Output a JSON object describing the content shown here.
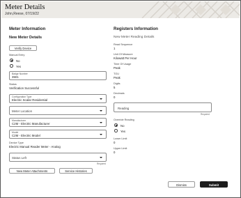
{
  "header": {
    "title": "Meter Details",
    "subtitle": "John,Reese, 07/19/22"
  },
  "left": {
    "section_title": "Meter Information",
    "subsection_title": "New Meter Details",
    "verify_button": "Verify Device",
    "manual_entry": {
      "label": "Manual Entry",
      "options": [
        "No",
        "Yes"
      ],
      "selected": "No"
    },
    "badge_number": {
      "label": "Badge Number",
      "value": "3501"
    },
    "status": {
      "label": "Status",
      "value": "Verification Successful"
    },
    "configuration_type": {
      "label": "Configuration Type",
      "value": "Electric Scalar Residential"
    },
    "meter_location": {
      "placeholder": "Meter Location"
    },
    "manufacturer": {
      "label": "Manufacturer",
      "value": "C2M - Electric Manufacturer"
    },
    "model": {
      "label": "Model",
      "value": "C2M - Electric Model"
    },
    "device_type": {
      "label": "Device Type",
      "value": "Electric Manual Reader Meter - Analog"
    },
    "status_left": {
      "placeholder": "Status Left",
      "required": "Required"
    },
    "attachments_button": "New Meter Attachments",
    "histories_button": "Service Histories"
  },
  "right": {
    "section_title": "Registers Information",
    "subsection_title": "New Meter Reading Details",
    "read_sequence": {
      "label": "Read Sequence",
      "value": "1"
    },
    "unit_of_measure": {
      "label": "Unit Of Measure",
      "value": "Kilowatt Per Hour"
    },
    "time_of_usage": {
      "label": "Time Of Usage",
      "value": "Peak"
    },
    "tou": {
      "label": "TOU",
      "value": "Peak"
    },
    "digits": {
      "label": "Digits",
      "value": "5"
    },
    "decimals": {
      "label": "Decimals",
      "value": "0"
    },
    "reading": {
      "placeholder": "Reading",
      "required": "Required"
    },
    "override_reading": {
      "label": "Override Reading",
      "options": [
        "No",
        "Yes"
      ],
      "selected": "No"
    },
    "lower_limit": {
      "label": "Lower Limit",
      "value": "0"
    },
    "upper_limit": {
      "label": "Upper Limit",
      "value": "0"
    }
  },
  "footer": {
    "dismiss": "Dismiss",
    "submit": "Submit"
  },
  "colors": {
    "banner": "#eceae6",
    "submit_bg": "#1d1d1d"
  }
}
